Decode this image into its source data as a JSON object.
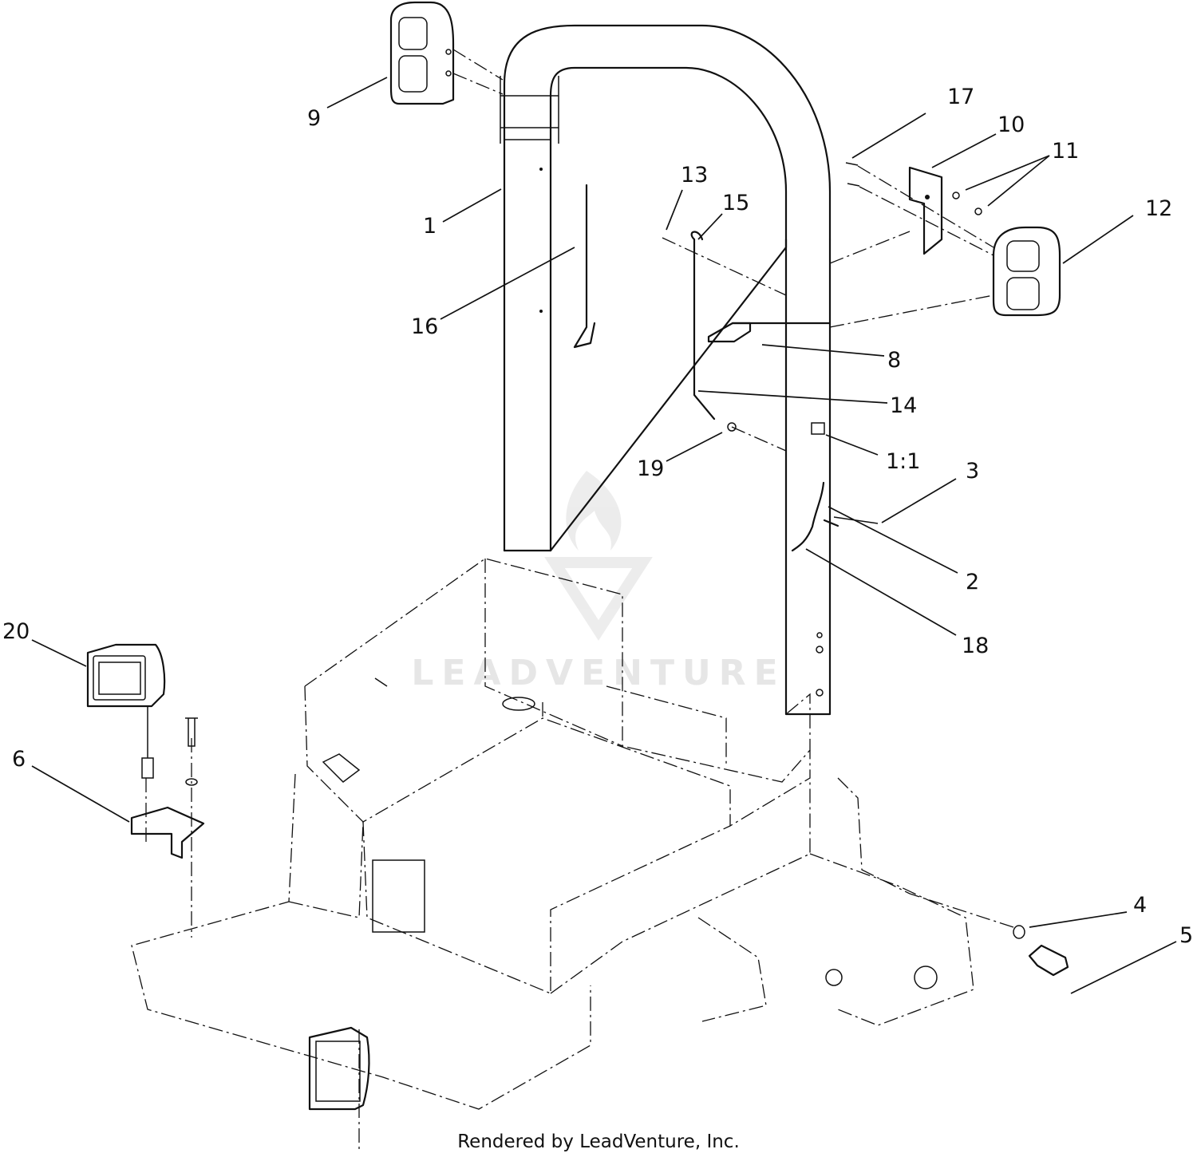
{
  "diagram": {
    "callouts": [
      {
        "id": "c9",
        "text": "9"
      },
      {
        "id": "c1",
        "text": "1"
      },
      {
        "id": "c16",
        "text": "16"
      },
      {
        "id": "c13",
        "text": "13"
      },
      {
        "id": "c15",
        "text": "15"
      },
      {
        "id": "c17",
        "text": "17"
      },
      {
        "id": "c10",
        "text": "10"
      },
      {
        "id": "c11",
        "text": "11"
      },
      {
        "id": "c12",
        "text": "12"
      },
      {
        "id": "c8",
        "text": "8"
      },
      {
        "id": "c14",
        "text": "14"
      },
      {
        "id": "c1_1",
        "text": "1:1"
      },
      {
        "id": "c19",
        "text": "19"
      },
      {
        "id": "c3",
        "text": "3"
      },
      {
        "id": "c2",
        "text": "2"
      },
      {
        "id": "c18",
        "text": "18"
      },
      {
        "id": "c20",
        "text": "20"
      },
      {
        "id": "c6",
        "text": "6"
      },
      {
        "id": "c4",
        "text": "4"
      },
      {
        "id": "c5",
        "text": "5"
      }
    ],
    "watermark": "LEADVENTURE",
    "footer": "Rendered by LeadVenture, Inc."
  }
}
